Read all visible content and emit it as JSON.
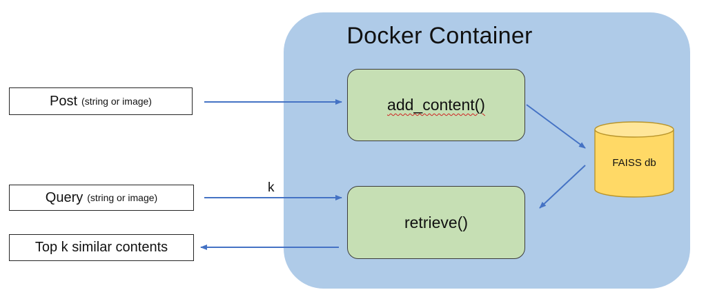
{
  "container": {
    "title": "Docker Container",
    "color": "#afcbe8"
  },
  "functions": {
    "add_content": "add_content()",
    "retrieve": "retrieve()",
    "color": "#c6dfb4"
  },
  "inputs": {
    "post": {
      "label": "Post",
      "sub": "(string or image)"
    },
    "query": {
      "label": "Query",
      "sub": "(string or image)"
    },
    "k_label": "k"
  },
  "output": {
    "label": "Top k similar contents"
  },
  "database": {
    "label": "FAISS db",
    "color": "#ffd966"
  },
  "arrow_color": "#4472c4"
}
